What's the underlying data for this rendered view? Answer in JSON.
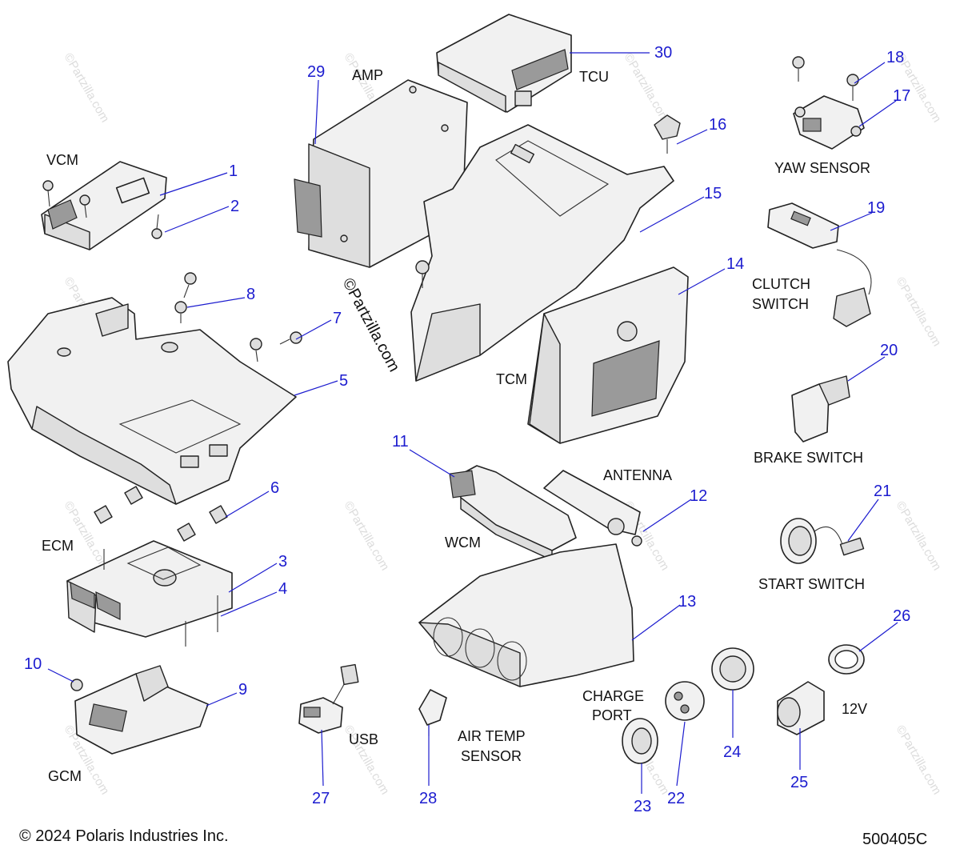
{
  "labels": {
    "vcm": "VCM",
    "amp": "AMP",
    "tcu": "TCU",
    "yaw_sensor": "YAW SENSOR",
    "clutch_switch_line1": "CLUTCH",
    "clutch_switch_line2": "SWITCH",
    "tcm": "TCM",
    "brake_switch": "BRAKE SWITCH",
    "antenna": "ANTENNA",
    "ecm": "ECM",
    "wcm": "WCM",
    "start_switch": "START SWITCH",
    "charge_port_line1": "CHARGE",
    "charge_port_line2": "PORT",
    "gcm": "GCM",
    "usb": "USB",
    "air_temp_line1": "AIR TEMP",
    "air_temp_line2": "SENSOR",
    "twelve_volt": "12V"
  },
  "callouts": [
    "1",
    "2",
    "3",
    "4",
    "5",
    "6",
    "7",
    "8",
    "9",
    "10",
    "11",
    "12",
    "13",
    "14",
    "15",
    "16",
    "17",
    "18",
    "19",
    "20",
    "21",
    "22",
    "23",
    "24",
    "25",
    "26",
    "27",
    "28",
    "29",
    "30"
  ],
  "watermark": "©Partzilla.com",
  "footer": {
    "copyright": "© 2024 Polaris Industries Inc.",
    "diagram_number": "500405C"
  }
}
